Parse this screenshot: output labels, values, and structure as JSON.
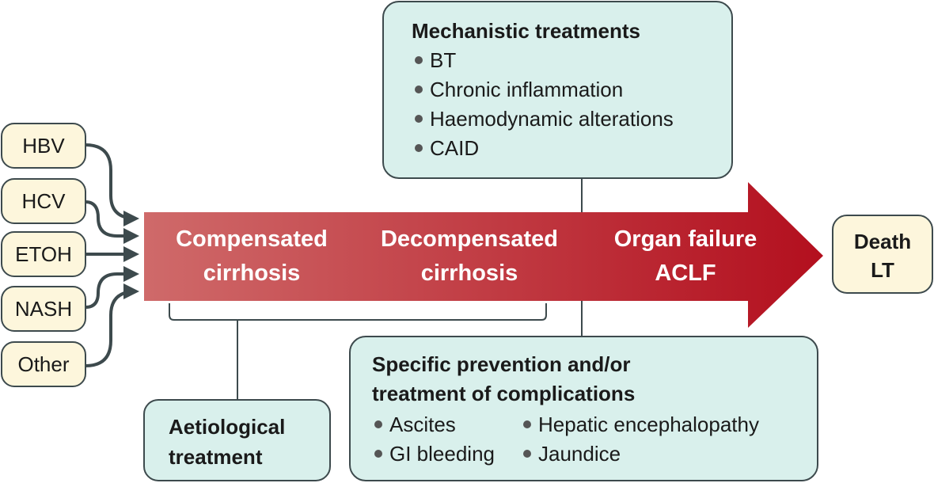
{
  "causes": [
    "HBV",
    "HCV",
    "ETOH",
    "NASH",
    "Other"
  ],
  "stages": [
    [
      "Compensated",
      "cirrhosis"
    ],
    [
      "Decompensated",
      "cirrhosis"
    ],
    [
      "Organ failure",
      "ACLF"
    ]
  ],
  "outcome": [
    "Death",
    "LT"
  ],
  "mechanistic": {
    "title": "Mechanistic treatments",
    "items": [
      "BT",
      "Chronic inflammation",
      "Haemodynamic alterations",
      "CAID"
    ]
  },
  "aetiological": {
    "title": [
      "Aetiological",
      "treatment"
    ]
  },
  "specific": {
    "title": [
      "Specific prevention and/or",
      "treatment of complications"
    ],
    "items": [
      "Ascites",
      "Hepatic encephalopathy",
      "GI bleeding",
      "Jaundice"
    ]
  },
  "colors": {
    "cause_box_fill": "#fdf6dc",
    "cause_box_stroke": "#3d4a4d",
    "treatment_box_fill": "#d9f0ec",
    "arrow_start": "#cf6a6a",
    "arrow_end": "#b5101f",
    "connector": "#3d4a4d"
  }
}
